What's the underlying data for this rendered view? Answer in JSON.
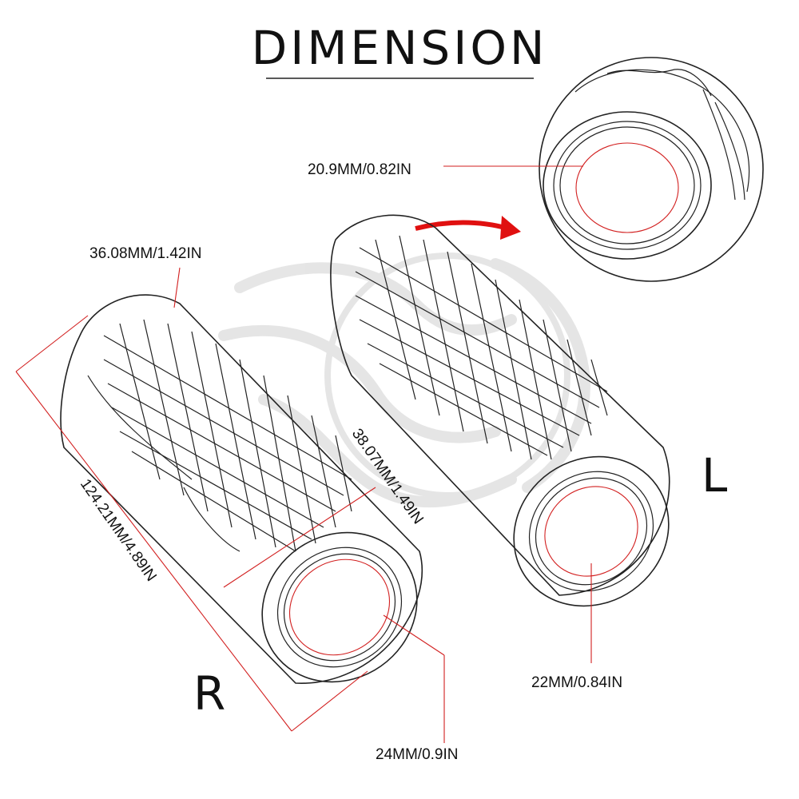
{
  "title": "DIMENSION",
  "labels": {
    "outer_diameter": "36.08MM/1.42IN",
    "inner_diameter_left_top": "20.9MM/0.82IN",
    "grip_diameter": "38.07MM/1.49IN",
    "length": "124.21MM/4.89IN",
    "bore_right": "24MM/0.9IN",
    "bore_left": "22MM/0.84IN"
  },
  "sides": {
    "right": "R",
    "left": "L"
  },
  "colors": {
    "dimension_line": "#d21f1f",
    "arrow": "#e01010",
    "ink": "#222222",
    "watermark": "#e3e3e3"
  }
}
